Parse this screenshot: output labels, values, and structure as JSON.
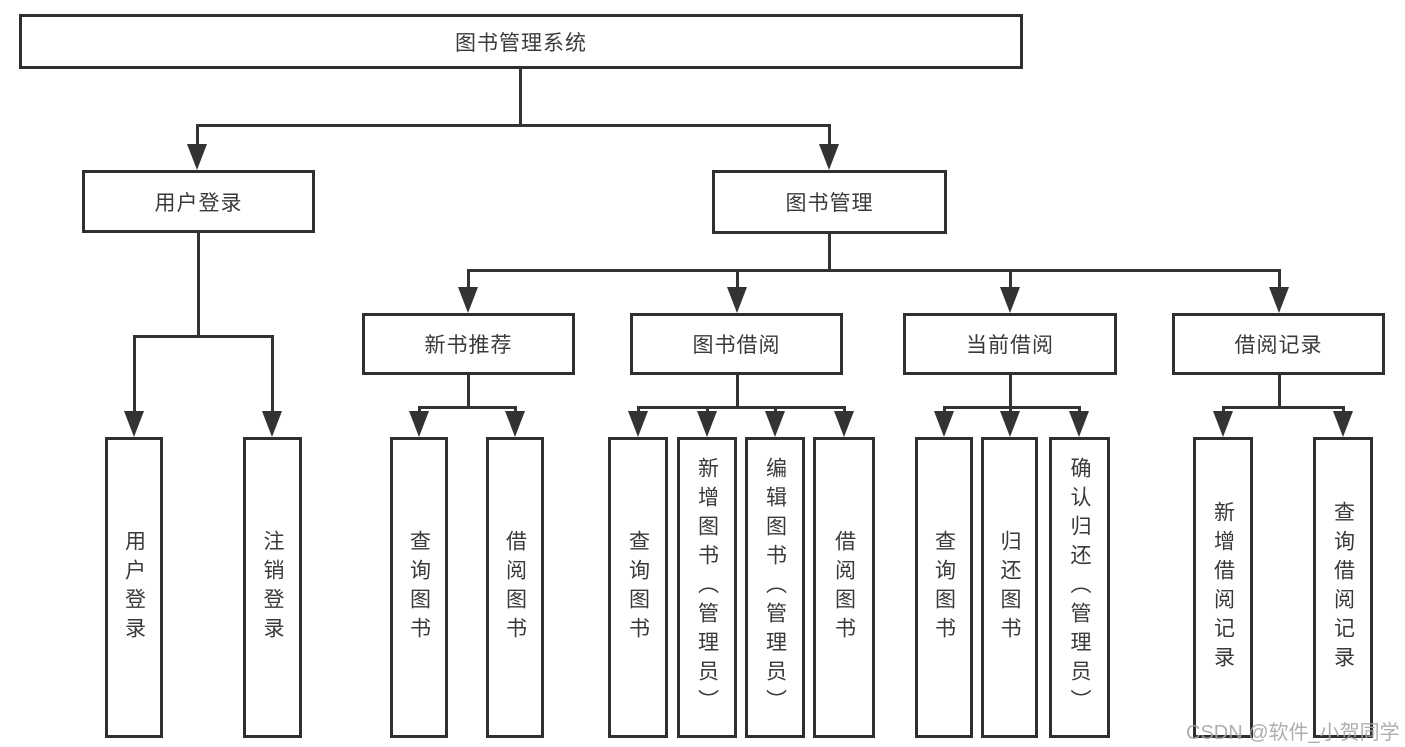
{
  "diagram": {
    "colors": {
      "line": "#333333",
      "text": "#3a3a3a",
      "background": "#ffffff",
      "watermark": "#a5a5a5"
    },
    "root": {
      "label": "图书管理系统"
    },
    "branches": [
      {
        "label": "用户登录",
        "children": [
          {
            "label": "用户登录"
          },
          {
            "label": "注销登录"
          }
        ]
      },
      {
        "label": "图书管理",
        "children": [
          {
            "label": "新书推荐",
            "children": [
              {
                "label": "查询图书"
              },
              {
                "label": "借阅图书"
              }
            ]
          },
          {
            "label": "图书借阅",
            "children": [
              {
                "label": "查询图书"
              },
              {
                "label": "新增图书（管理员）"
              },
              {
                "label": "编辑图书（管理员）"
              },
              {
                "label": "借阅图书"
              }
            ]
          },
          {
            "label": "当前借阅",
            "children": [
              {
                "label": "查询图书"
              },
              {
                "label": "归还图书"
              },
              {
                "label": "确认归还（管理员）"
              }
            ]
          },
          {
            "label": "借阅记录",
            "children": [
              {
                "label": "新增借阅记录"
              },
              {
                "label": "查询借阅记录"
              }
            ]
          }
        ]
      }
    ],
    "watermark": {
      "text": "CSDN @软件_小贺同学"
    }
  }
}
